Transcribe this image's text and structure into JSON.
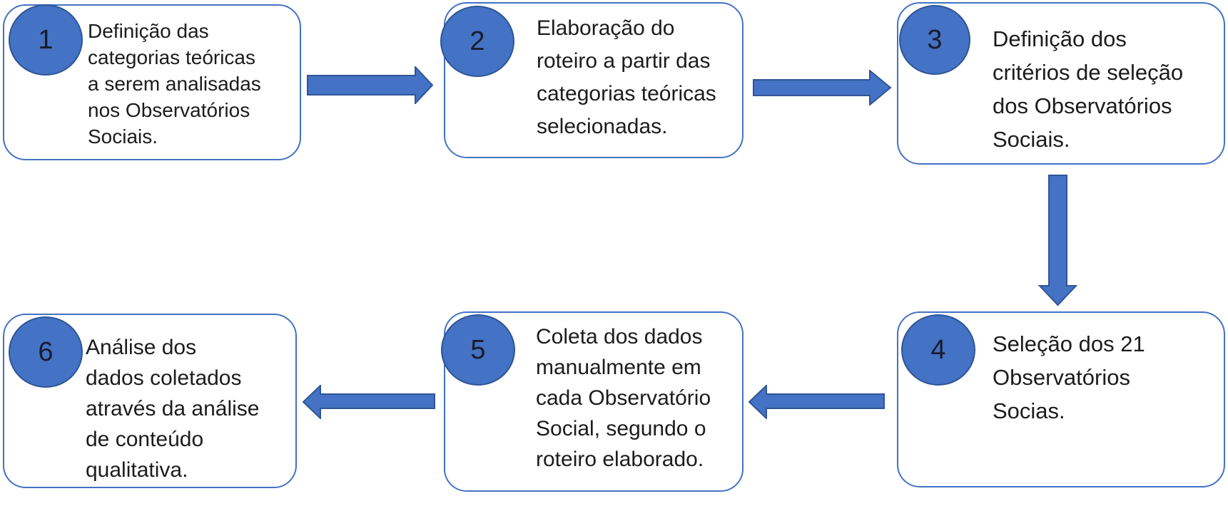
{
  "steps": [
    {
      "number": "1",
      "text": "Definição das\ncategorias teóricas\na serem analisadas\nnos Observatórios\nSociais."
    },
    {
      "number": "2",
      "text": "Elaboração do\nroteiro a partir das\ncategorias teóricas\nselecionadas."
    },
    {
      "number": "3",
      "text": "Definição dos\ncritérios de seleção\ndos Observatórios\nSociais."
    },
    {
      "number": "4",
      "text": "Seleção dos 21\nObservatórios\nSocias."
    },
    {
      "number": "5",
      "text": "Coleta dos dados\nmanualmente em\ncada Observatório\nSocial, segundo o\nroteiro elaborado."
    },
    {
      "number": "6",
      "text": "Análise dos\ndados coletados\natravés da análise\nde conteúdo\nqualitativa."
    }
  ],
  "colors": {
    "shape_fill": "#4472C4",
    "shape_outline": "#2F5597",
    "box_border": "#4472C4",
    "text": "#1c1c1c",
    "background": "#ffffff"
  }
}
